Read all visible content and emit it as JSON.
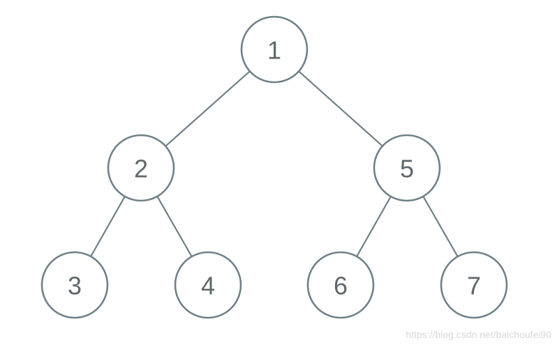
{
  "tree": {
    "root": "1",
    "nodes": [
      {
        "id": "1",
        "label": "1"
      },
      {
        "id": "2",
        "label": "2"
      },
      {
        "id": "5",
        "label": "5"
      },
      {
        "id": "3",
        "label": "3"
      },
      {
        "id": "4",
        "label": "4"
      },
      {
        "id": "6",
        "label": "6"
      },
      {
        "id": "7",
        "label": "7"
      }
    ],
    "edges": [
      {
        "from": "1",
        "to": "2"
      },
      {
        "from": "1",
        "to": "5"
      },
      {
        "from": "2",
        "to": "3"
      },
      {
        "from": "2",
        "to": "4"
      },
      {
        "from": "5",
        "to": "6"
      },
      {
        "from": "5",
        "to": "7"
      }
    ],
    "colors": {
      "stroke": "#6f8088",
      "text": "#5f676b",
      "fill": "#ffffff"
    }
  },
  "watermark": {
    "text": "https://blog.csdn.net/baichoufei90"
  }
}
